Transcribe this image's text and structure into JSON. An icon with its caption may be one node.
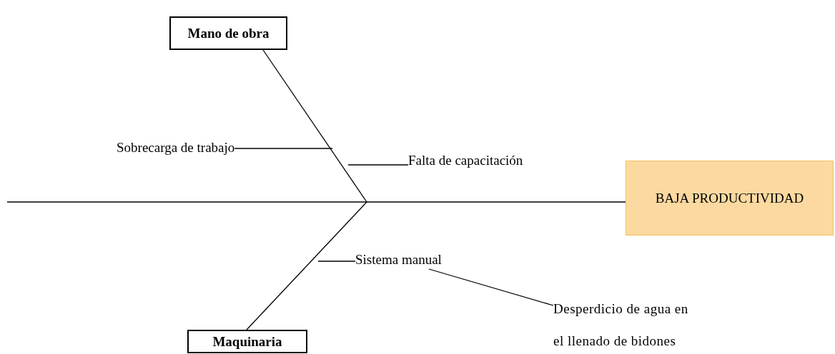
{
  "diagram": {
    "nodes": [
      {
        "text": [
          "Mano de obra"
        ]
      },
      {
        "text": [
          "Maquinaria"
        ]
      },
      {
        "text": [
          "BAJA PRODUCTIVIDAD"
        ]
      },
      {
        "text": [
          "Sobrecarga de trabajo"
        ]
      },
      {
        "text": [
          "Falta de capacitación"
        ]
      },
      {
        "text": [
          "Sistema manual"
        ]
      },
      {
        "text": [
          "Desperdicio de agua en el llenado de bidones"
        ]
      }
    ],
    "edges": [
      {
        "from": null,
        "to": 2,
        "arrow": "none"
      },
      {
        "from": 0,
        "to": null,
        "arrow": "none"
      },
      {
        "from": 1,
        "to": null,
        "arrow": "none"
      },
      {
        "from": 3,
        "to": null,
        "arrow": "none"
      },
      {
        "from": 4,
        "to": null,
        "arrow": "none"
      },
      {
        "from": 5,
        "to": null,
        "arrow": "none"
      },
      {
        "from": 6,
        "to": 5,
        "arrow": "none"
      }
    ]
  }
}
